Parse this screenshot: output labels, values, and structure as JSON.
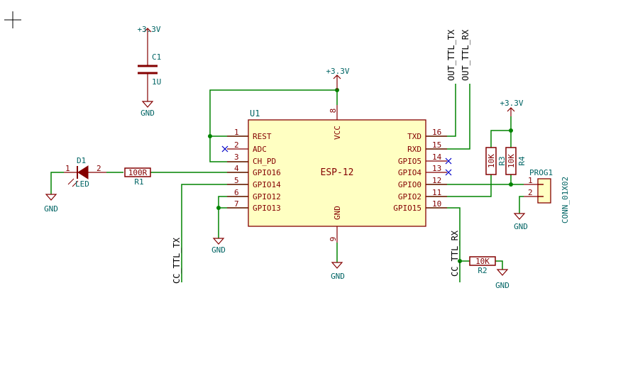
{
  "colors": {
    "wire": "#008400",
    "component": "#840000",
    "component_fill": "#ffffc2",
    "reference_text": "#006464",
    "no_connect": "#0000c8",
    "net_label": "#000000",
    "background": "#ffffff"
  },
  "cursor_icon": "crosshair",
  "u1": {
    "ref": "U1",
    "value": "ESP-12",
    "left_pins": [
      {
        "num": "1",
        "name": "REST"
      },
      {
        "num": "2",
        "name": "ADC"
      },
      {
        "num": "3",
        "name": "CH_PD"
      },
      {
        "num": "4",
        "name": "GPIO16"
      },
      {
        "num": "5",
        "name": "GPIO14"
      },
      {
        "num": "6",
        "name": "GPIO12"
      },
      {
        "num": "7",
        "name": "GPIO13"
      }
    ],
    "right_pins": [
      {
        "num": "16",
        "name": "TXD"
      },
      {
        "num": "15",
        "name": "RXD"
      },
      {
        "num": "14",
        "name": "GPIO5"
      },
      {
        "num": "13",
        "name": "GPIO4"
      },
      {
        "num": "12",
        "name": "GPIO0"
      },
      {
        "num": "11",
        "name": "GPIO2"
      },
      {
        "num": "10",
        "name": "GPIO15"
      }
    ],
    "top_pin": {
      "num": "8",
      "name": "VCC"
    },
    "bottom_pin": {
      "num": "9",
      "name": "GND"
    }
  },
  "c1": {
    "ref": "C1",
    "value": "1U"
  },
  "d1": {
    "ref": "D1",
    "value": "LED",
    "pin1": "1",
    "pin2": "2"
  },
  "r1": {
    "ref": "R1",
    "value": "100R"
  },
  "r2": {
    "ref": "R2",
    "value": "10K"
  },
  "r3": {
    "ref": "R3",
    "value": "10K"
  },
  "r4": {
    "ref": "R4",
    "value": "10K"
  },
  "prog1": {
    "ref": "PROG1",
    "value": "CONN_01X02",
    "pin1": "1",
    "pin2": "2"
  },
  "power": {
    "vcc": "+3.3V",
    "gnd": "GND"
  },
  "nets": {
    "out_ttl_tx": "OUT_TTL_TX",
    "out_ttl_rx": "OUT_TTL_RX",
    "cc_ttl_tx": "CC_TTL_TX",
    "cc_ttl_rx": "CC_TTL_RX"
  }
}
